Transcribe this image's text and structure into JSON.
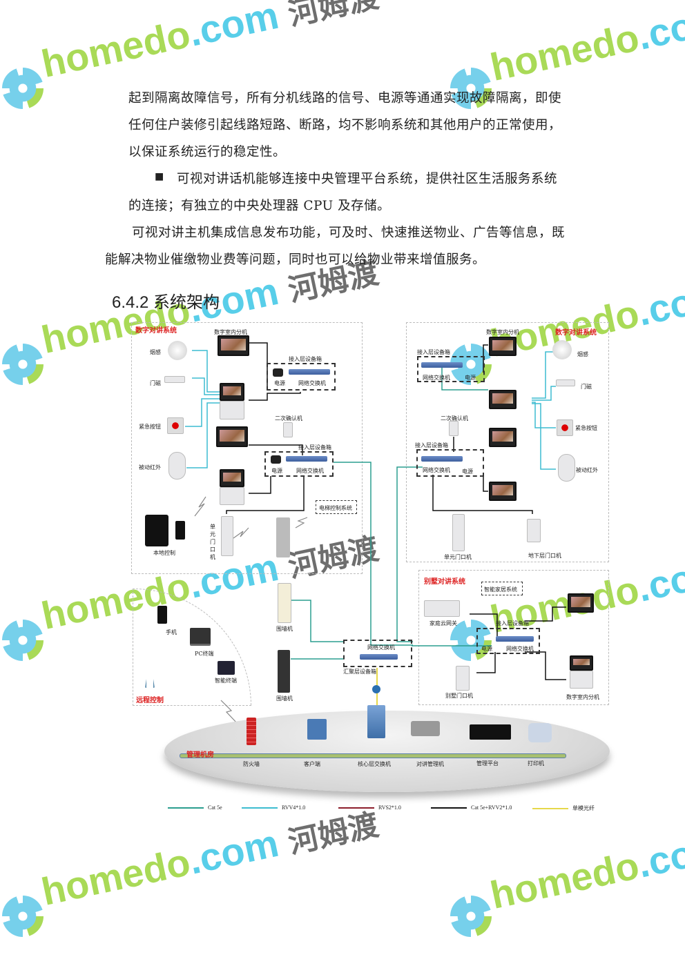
{
  "body_text": {
    "line1": "起到隔离故障信号，所有分机线路的信号、电源等通通实现故障隔离，即使",
    "line2": "任何住户装修引起线路短路、断路，均不影响系统和其他用户的正常使用，",
    "line3": "以保证系统运行的稳定性。",
    "bullet_marker": "■",
    "line4": "可视对讲话机能够连接中央管理平台系统，提供社区生活服务系统",
    "line5": "的连接；有独立的中央处理器 CPU 及存储。",
    "line6": "可视对讲主机集成信息发布功能，可及时、快速推送物业、广告等信息，既",
    "line7": "能解决物业催缴物业费等问题，同时也可以给物业带来增值服务。"
  },
  "section_heading": "6.4.2 系统架构",
  "diagram": {
    "left_system": {
      "title": "数字对讲系统",
      "indoor_unit": "数字室内分机",
      "smoke": "烟感",
      "door_magnet": "门磁",
      "emergency": "紧急按钮",
      "infrared": "被动红外",
      "access_box_1": "接入层设备箱",
      "power_1": "电源",
      "switch_1": "网络交换机",
      "confirm": "二次确认机",
      "access_box_2": "接入层设备箱",
      "power_2": "电源",
      "switch_2": "网络交换机",
      "elevator": "电梯控制系统",
      "local": "本地控制",
      "unit_door": "单元门口机"
    },
    "right_system": {
      "title": "数字对讲系统",
      "indoor_unit": "数字室内分机",
      "access_box_1": "接入层设备箱",
      "switch_1": "网络交换机",
      "power_1": "电源",
      "smoke": "烟感",
      "door_magnet": "门磁",
      "confirm": "二次确认机",
      "emergency": "紧急按钮",
      "access_box_2": "接入层设备箱",
      "switch_2": "网络交换机",
      "power_2": "电源",
      "infrared": "被动红外",
      "unit_door": "单元门口机",
      "basement_door": "地下层门口机"
    },
    "villa_system": {
      "title": "别墅对讲系统",
      "smart_home": "智能家居系统",
      "gateway": "家庭云网关",
      "access_box": "接入层设备箱",
      "power": "电源",
      "switch": "网络交换机",
      "villa_door": "别墅门口机",
      "indoor_unit": "数字室内分机"
    },
    "remote": {
      "title": "远程控制",
      "phone": "手机",
      "pc": "PC终端",
      "smart_terminal": "智能终端"
    },
    "center": {
      "wall_unit_1": "围墙机",
      "wall_unit_2": "围墙机",
      "switch": "网络交换机",
      "agg_box": "汇聚层设备箱"
    },
    "room": {
      "title": "管理机房",
      "firewall": "防火墙",
      "client": "客户端",
      "core_switch": "核心层交换机",
      "intercom_mgr": "对讲管理机",
      "platform": "管理平台",
      "printer": "打印机"
    },
    "legend": [
      {
        "label": "Cat 5e",
        "color": "#2a9d8f"
      },
      {
        "label": "RVV4*1.0",
        "color": "#3cbcd0"
      },
      {
        "label": "RVS2*1.0",
        "color": "#8b1c2a"
      },
      {
        "label": "Cat 5e+RVV2*1.0",
        "color": "#111111"
      },
      {
        "label": "单模光纤",
        "color": "#e6d84a"
      }
    ]
  },
  "watermark": {
    "brand_a": "homedo",
    "brand_b": ".com",
    "brand_cn": "河姆渡"
  }
}
